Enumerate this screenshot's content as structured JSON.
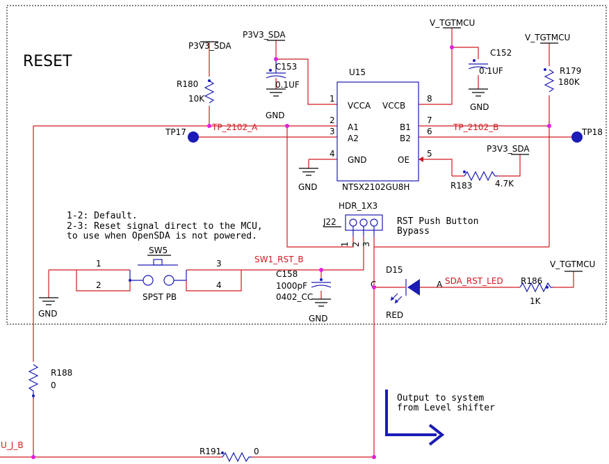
{
  "title": "RESET",
  "notes": {
    "jumper_line1": "1-2:  Default.",
    "jumper_line2": "2-3: Reset signal direct to the MCU,",
    "jumper_line3": "to use when OpenSDA is not powered.",
    "rst_bypass_line1": "RST Push Button",
    "rst_bypass_line2": "Bypass",
    "output_line1": "Output to system",
    "output_line2": "from Level shifter"
  },
  "power_labels": {
    "p3v3_r180": "P3V3_SDA",
    "p3v3_c153": "P3V3_SDA",
    "vtgt_c152": "V_TGTMCU",
    "vtgt_r179": "V_TGTMCU",
    "p3v3_r183": "P3V3_SDA",
    "vtgt_r186": "V_TGTMCU"
  },
  "gnd_labels": {
    "c153": "GND",
    "c152": "GND",
    "u15": "GND",
    "sw5": "GND",
    "c158": "GND"
  },
  "nets": {
    "tp_2102_a": "TP_2102_A",
    "tp_2102_b": "TP_2102_B",
    "sw1_rst_b": "SW1_RST_B",
    "sda_rst_led": "SDA_RST_LED",
    "u_j_b": "U_J_B"
  },
  "testpoints": {
    "tp17": "TP17",
    "tp18": "TP18"
  },
  "ic": {
    "ref": "U15",
    "part": "NTSX2102GU8H",
    "pins": {
      "p1_num": "1",
      "p1_name": "VCCA",
      "p2_num": "2",
      "p2_name": "A1",
      "p3_num": "3",
      "p3_name": "A2",
      "p4_num": "4",
      "p4_name": "GND",
      "p5_num": "5",
      "p5_name": "OE",
      "p6_num": "6",
      "p6_name": "B2",
      "p7_num": "7",
      "p7_name": "B1",
      "p8_num": "8",
      "p8_name": "VCCB"
    }
  },
  "components": {
    "r180_ref": "R180",
    "r180_val": "10K",
    "c153_ref": "C153",
    "c153_val": "0.1UF",
    "c152_ref": "C152",
    "c152_val": "0.1UF",
    "r179_ref": "R179",
    "r179_val": "180K",
    "r183_ref": "R183",
    "r183_val": "4.7K",
    "j22_ref": "J22",
    "j22_part": "HDR_1X3",
    "j22_pin1": "1",
    "j22_pin2": "2",
    "j22_pin3": "3",
    "sw5_ref": "SW5",
    "sw5_part": "SPST PB",
    "sw5_pin1": "1",
    "sw5_pin2": "2",
    "sw5_pin3": "3",
    "sw5_pin4": "4",
    "c158_ref": "C158",
    "c158_val": "1000pF",
    "c158_pkg": "0402_CC",
    "d15_ref": "D15",
    "d15_color": "RED",
    "d15_cathode": "C",
    "d15_anode": "A",
    "r186_ref": "R186",
    "r186_val": "1K",
    "r188_ref": "R188",
    "r188_val": "0",
    "r191_ref": "R191",
    "r191_val": "0"
  },
  "colors": {
    "wire": "#d0191f",
    "component": "#1b1bb5",
    "junction": "#e01fe0",
    "text": "#000000"
  }
}
